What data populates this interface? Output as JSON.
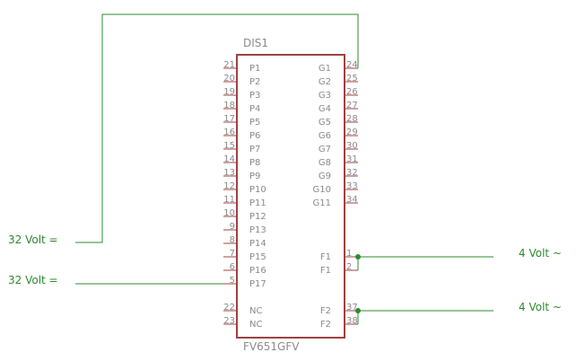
{
  "component": {
    "name": "DIS1",
    "value": "FV651GFV"
  },
  "pins_left": [
    {
      "num": "21",
      "label": "P1"
    },
    {
      "num": "20",
      "label": "P2"
    },
    {
      "num": "19",
      "label": "P3"
    },
    {
      "num": "18",
      "label": "P4"
    },
    {
      "num": "17",
      "label": "P5"
    },
    {
      "num": "16",
      "label": "P6"
    },
    {
      "num": "15",
      "label": "P7"
    },
    {
      "num": "14",
      "label": "P8"
    },
    {
      "num": "13",
      "label": "P9"
    },
    {
      "num": "12",
      "label": "P10"
    },
    {
      "num": "11",
      "label": "P11"
    },
    {
      "num": "10",
      "label": "P12"
    },
    {
      "num": "9",
      "label": "P13"
    },
    {
      "num": "8",
      "label": "P14"
    },
    {
      "num": "7",
      "label": "P15"
    },
    {
      "num": "6",
      "label": "P16"
    },
    {
      "num": "5",
      "label": "P17"
    },
    {
      "num": "",
      "label": ""
    },
    {
      "num": "22",
      "label": "NC"
    },
    {
      "num": "23",
      "label": "NC"
    }
  ],
  "pins_right": [
    {
      "num": "24",
      "label": "G1"
    },
    {
      "num": "25",
      "label": "G2"
    },
    {
      "num": "26",
      "label": "G3"
    },
    {
      "num": "27",
      "label": "G4"
    },
    {
      "num": "28",
      "label": "G5"
    },
    {
      "num": "29",
      "label": "G6"
    },
    {
      "num": "30",
      "label": "G7"
    },
    {
      "num": "31",
      "label": "G8"
    },
    {
      "num": "32",
      "label": "G9"
    },
    {
      "num": "33",
      "label": "G10"
    },
    {
      "num": "34",
      "label": "G11"
    },
    {
      "num": "",
      "label": ""
    },
    {
      "num": "",
      "label": ""
    },
    {
      "num": "",
      "label": ""
    },
    {
      "num": "1",
      "label": "F1"
    },
    {
      "num": "2",
      "label": "F1"
    },
    {
      "num": "",
      "label": ""
    },
    {
      "num": "",
      "label": ""
    },
    {
      "num": "37",
      "label": "F2"
    },
    {
      "num": "38",
      "label": "F2"
    }
  ],
  "nets": {
    "supply_a": "32 Volt =",
    "supply_b": "32 Volt =",
    "filament_1": "4 Volt ~",
    "filament_2": "4 Volt ~"
  },
  "colors": {
    "body": "#a04040",
    "pin": "#a04040",
    "wire": "#2e8b2e",
    "text": "#8a8a8a"
  }
}
